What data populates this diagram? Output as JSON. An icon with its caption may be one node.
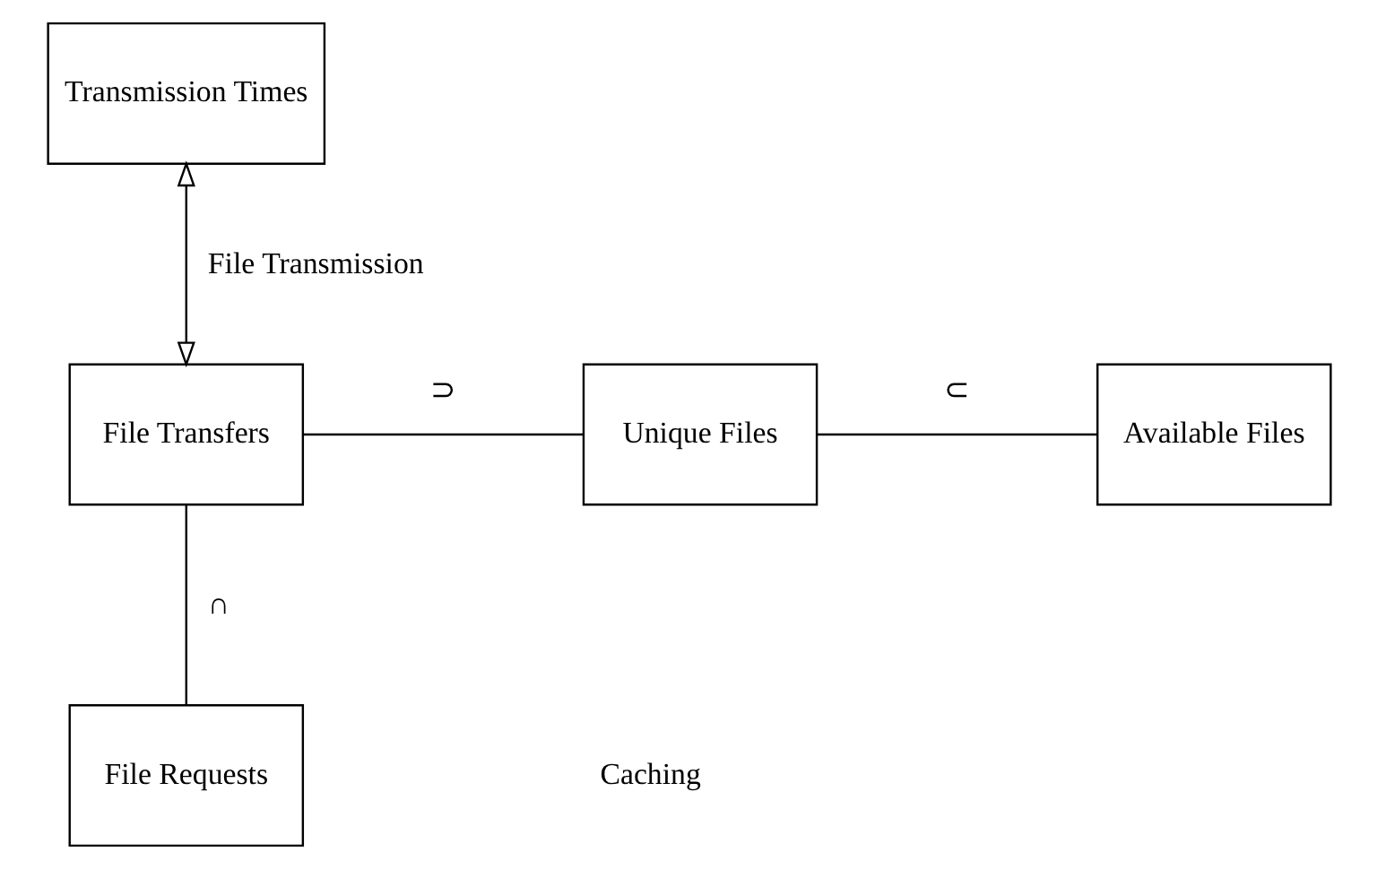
{
  "diagram": {
    "nodes": [
      {
        "text": [
          "Transmission Times"
        ]
      },
      {
        "text": [
          "File Transfers"
        ]
      },
      {
        "text": [
          "Unique Files"
        ]
      },
      {
        "text": [
          "Available Files"
        ]
      },
      {
        "text": [
          "File Requests"
        ]
      }
    ],
    "edges": [
      {
        "from": 0,
        "to": 1,
        "arrow": "both",
        "label": "File Transmission"
      },
      {
        "from": 1,
        "to": 2,
        "arrow": "none",
        "label": "⊃"
      },
      {
        "from": 2,
        "to": 3,
        "arrow": "none",
        "label": "⊂"
      },
      {
        "from": 1,
        "to": 4,
        "arrow": "none",
        "label": "∩"
      }
    ],
    "labels": [
      "Caching"
    ]
  }
}
